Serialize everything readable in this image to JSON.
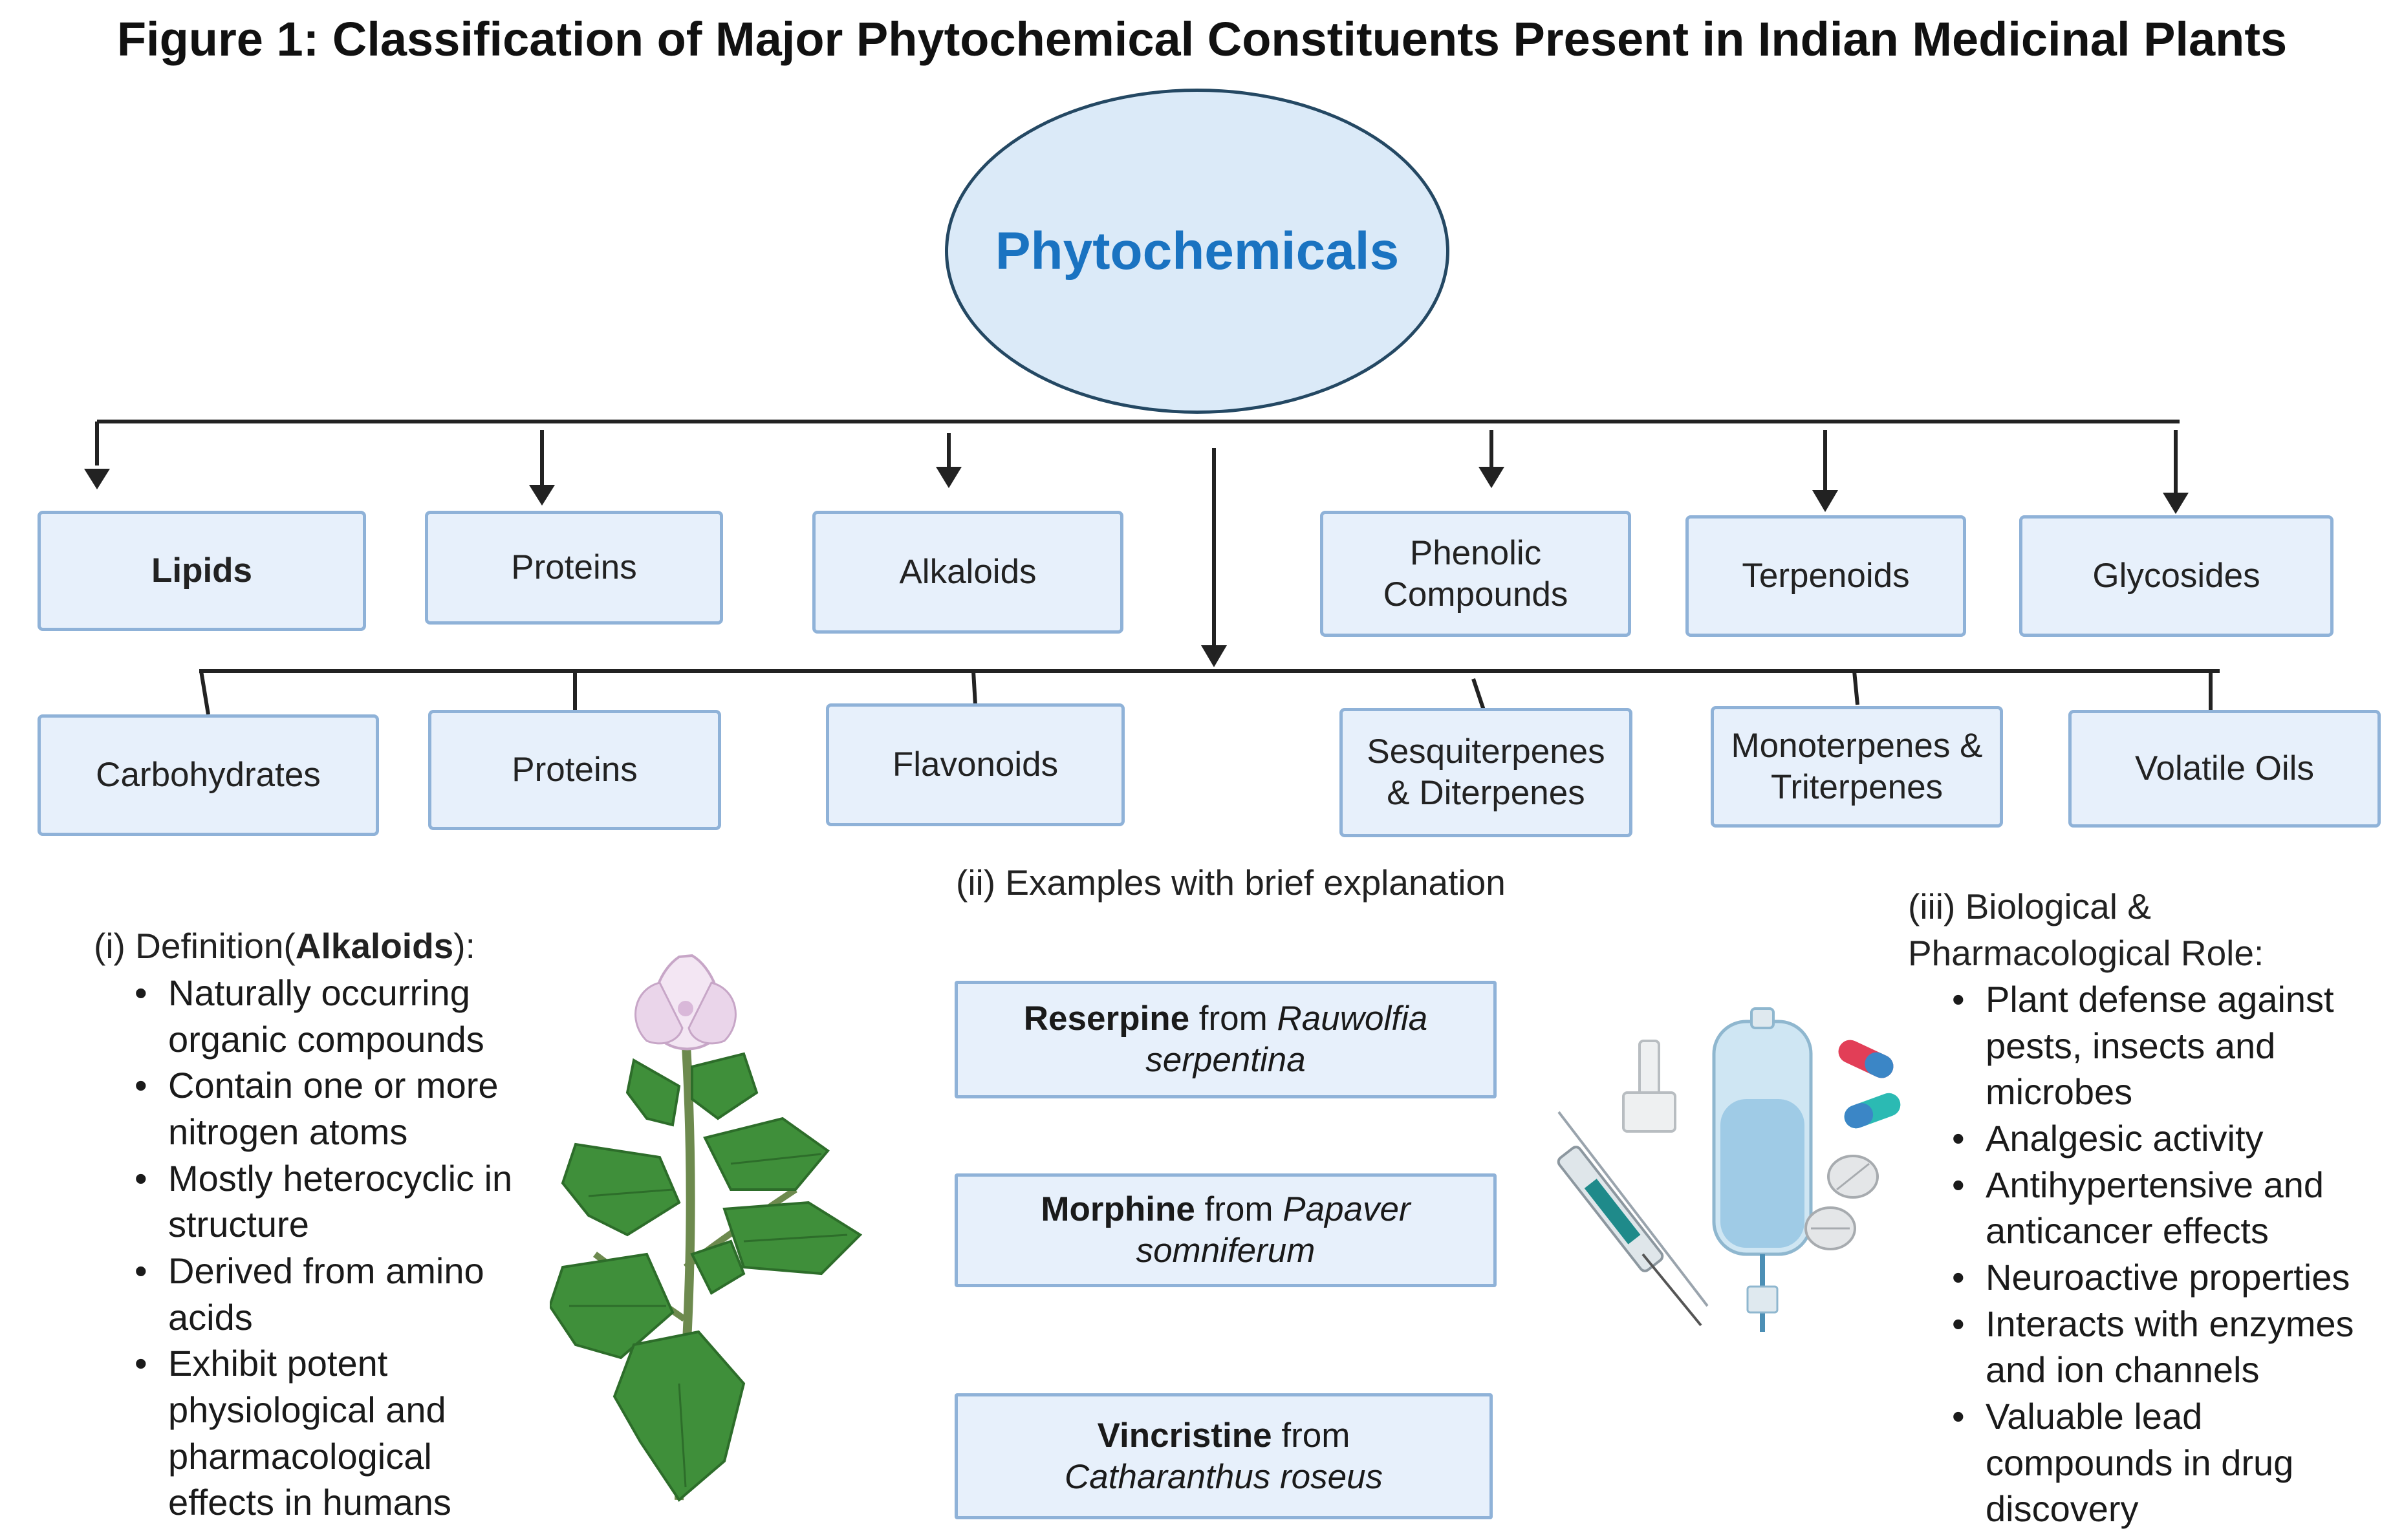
{
  "title": "Figure 1: Classification of Major Phytochemical Constituents Present in Indian Medicinal Plants",
  "root": "Phytochemicals",
  "top_categories": [
    "Lipids",
    "Proteins",
    "Alkaloids",
    "Phenolic Compounds",
    "Terpenoids",
    "Glycosides"
  ],
  "bottom_categories": [
    "Carbohydrates",
    "Proteins",
    "Flavonoids",
    "Sesquiterpenes & Diterpenes",
    "Monoterpenes & Triterpenes",
    "Volatile Oils"
  ],
  "definition": {
    "prefix": "(i) Definition(",
    "term": "Alkaloids",
    "suffix": "):",
    "points": [
      "Naturally occurring organic compounds",
      "Contain one or more nitrogen atoms",
      "Mostly heterocyclic in structure",
      "Derived from amino acids",
      "Exhibit potent physiological and pharmacological effects in humans"
    ]
  },
  "examples": {
    "heading": "(ii) Examples with brief explanation",
    "items": [
      {
        "compound": "Reserpine",
        "connector": " from ",
        "genus": "Rauwolfia",
        "species": "serpentina"
      },
      {
        "compound": "Morphine",
        "connector": " from ",
        "genus": "Papaver",
        "species": "somniferum"
      },
      {
        "compound": "Vincristine",
        "connector": " from",
        "genus": "Catharanthus",
        "species": "roseus"
      }
    ]
  },
  "roles": {
    "heading_line1": "(iii) Biological &",
    "heading_line2": "Pharmacological Role:",
    "points": [
      "Plant defense against pests, insects and microbes",
      "Analgesic activity",
      "Antihypertensive and anticancer effects",
      "Neuroactive properties",
      "Interacts with enzymes and ion channels",
      "Valuable lead compounds in drug discovery"
    ]
  },
  "colors": {
    "root_fill": "#dbeaf8",
    "root_text": "#1a73c1",
    "box_fill": "#e7f0fb",
    "box_border": "#8fb2d8",
    "line": "#222222"
  }
}
